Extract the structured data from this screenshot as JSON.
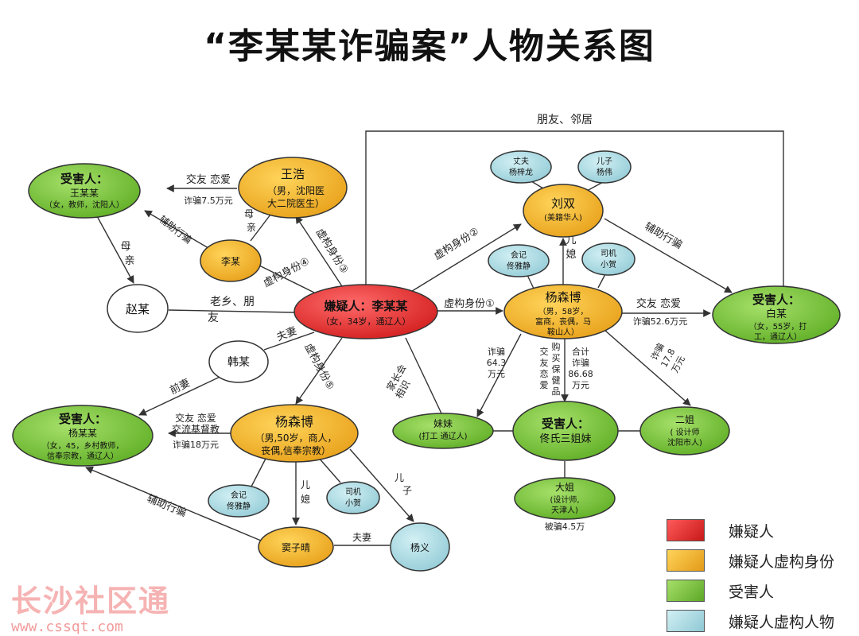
{
  "title": "“李某某诈骗案”人物关系图",
  "colors": {
    "suspect": "#e03a3a",
    "fake_identity": "#f0b030",
    "victim": "#7fc440",
    "fake_person": "#a9d8e0"
  },
  "nodes": {
    "suspect": {
      "name": "嫌疑人：李某某",
      "desc": "（女，34岁，通辽人）"
    },
    "wanghao": {
      "name": "王浩",
      "desc1": "（男，沈阳医",
      "desc2": "大二院医生）"
    },
    "wangmoumou": {
      "name": "受害人：",
      "sub": "王某某",
      "desc": "（女，教师，沈阳人）"
    },
    "limou": {
      "name": "李某"
    },
    "zhaomou": {
      "name": "赵某"
    },
    "hanmou": {
      "name": "韩某"
    },
    "yangmoumou": {
      "name": "受害人：",
      "sub": "杨某某",
      "desc1": "（女，45，乡村教师，",
      "desc2": "信奉宗教，通辽人）"
    },
    "ysb2": {
      "name": "杨森博",
      "desc1": "（男,50岁，商人，",
      "desc2": "丧偶,信奉宗教）"
    },
    "kuaiji2": {
      "l1": "会记",
      "l2": "佟雅静"
    },
    "siji2": {
      "l1": "司机",
      "l2": "小贺"
    },
    "douzijing": {
      "name": "窦子晴"
    },
    "yangyi": {
      "name": "杨义"
    },
    "liushuang": {
      "name": "刘双",
      "desc": "(美籍华人)"
    },
    "zhangfu": {
      "l1": "丈夫",
      "l2": "杨梓龙"
    },
    "erzi": {
      "l1": "儿子",
      "l2": "杨伟"
    },
    "kuaiji1": {
      "l1": "会记",
      "l2": "佟雅静"
    },
    "siji1": {
      "l1": "司机",
      "l2": "小贺"
    },
    "ysb1": {
      "name": "杨森博",
      "desc1": "（男，58岁，",
      "desc2": "富商，丧偶，马",
      "desc3": "鞍山人）"
    },
    "baimou": {
      "name": "受害人：",
      "sub": "白某",
      "desc1": "（女，55岁，打",
      "desc2": "工，通辽人）"
    },
    "meimei": {
      "name": "妹妹",
      "desc": "(打工 通辽人)"
    },
    "tongshi": {
      "name": "受害人：",
      "sub": "佟氏三姐妹"
    },
    "erjie": {
      "name": "二姐",
      "desc1": "( 设计师",
      "desc2": "沈阳市人)"
    },
    "dajie": {
      "name": "大姐",
      "desc1": "(设计师,",
      "desc2": "天津人)"
    }
  },
  "edges": {
    "pengyou_linju": "朋友、邻居",
    "jiaoyou_lianai_1": "交友 恋爱",
    "zhapian_75": "诈骗7.5万元",
    "fuzhu_1": "辅助行骗",
    "muqin_1": "母",
    "muqin_2": "亲",
    "muqin_3": "母",
    "muqin_4": "亲",
    "xugou_3": "虚构身份③",
    "xugou_4": "虚构身份④",
    "xugou_2": "虚构身份②",
    "xugou_1": "虚构身份①",
    "xugou_5": "虚构身份⑤",
    "laoxiang_1": "老乡、朋",
    "laoxiang_2": "友",
    "fuqi_1": "夫妻",
    "qianqi": "前妻",
    "jiaoyou_2a": "交友 恋爱",
    "jiaoyou_2b": "交流基督教",
    "zhapian_18": "诈骗18万元",
    "fuzhu_2": "辅助行骗",
    "erxi_2a": "儿",
    "erxi_2b": "媳",
    "erzi_2a": "儿",
    "erzi_2b": "子",
    "fuqi_2": "夫妻",
    "fuzhu_3": "辅助行骗",
    "erxi_1a": "儿",
    "erxi_1b": "媳",
    "jiaoyou_3": "交友 恋爱",
    "zhapian_526": "诈骗52.6万元",
    "jiazhang_1": "家长会",
    "jiazhang_2": "相识",
    "zp643_a": "诈骗",
    "zp643_b": "64.3",
    "zp643_c": "万元",
    "jy_a": "交",
    "jy_b": "友",
    "jy_c": "恋",
    "jy_d": "爱",
    "gm_a": "购",
    "gm_b": "买",
    "gm_c": "保",
    "gm_d": "健",
    "gm_e": "品",
    "hj_a": "合计",
    "hj_b": "诈骗",
    "hj_c": "86.68",
    "hj_d": "万元",
    "zp178_a": "诈骗",
    "zp178_b": "17.8",
    "zp178_c": "万元",
    "beipian_45": "被骗4.5万"
  },
  "legend": [
    {
      "label": "嫌疑人",
      "color": "#d62828"
    },
    {
      "label": "嫌疑人虚构身份",
      "color": "#eeb333"
    },
    {
      "label": "受害人",
      "color": "#7fc440"
    },
    {
      "label": "嫌疑人虚构人物",
      "color": "#a9d8e0"
    }
  ],
  "watermark": {
    "main": "长沙社区通",
    "url": "www.cssqt.com"
  }
}
